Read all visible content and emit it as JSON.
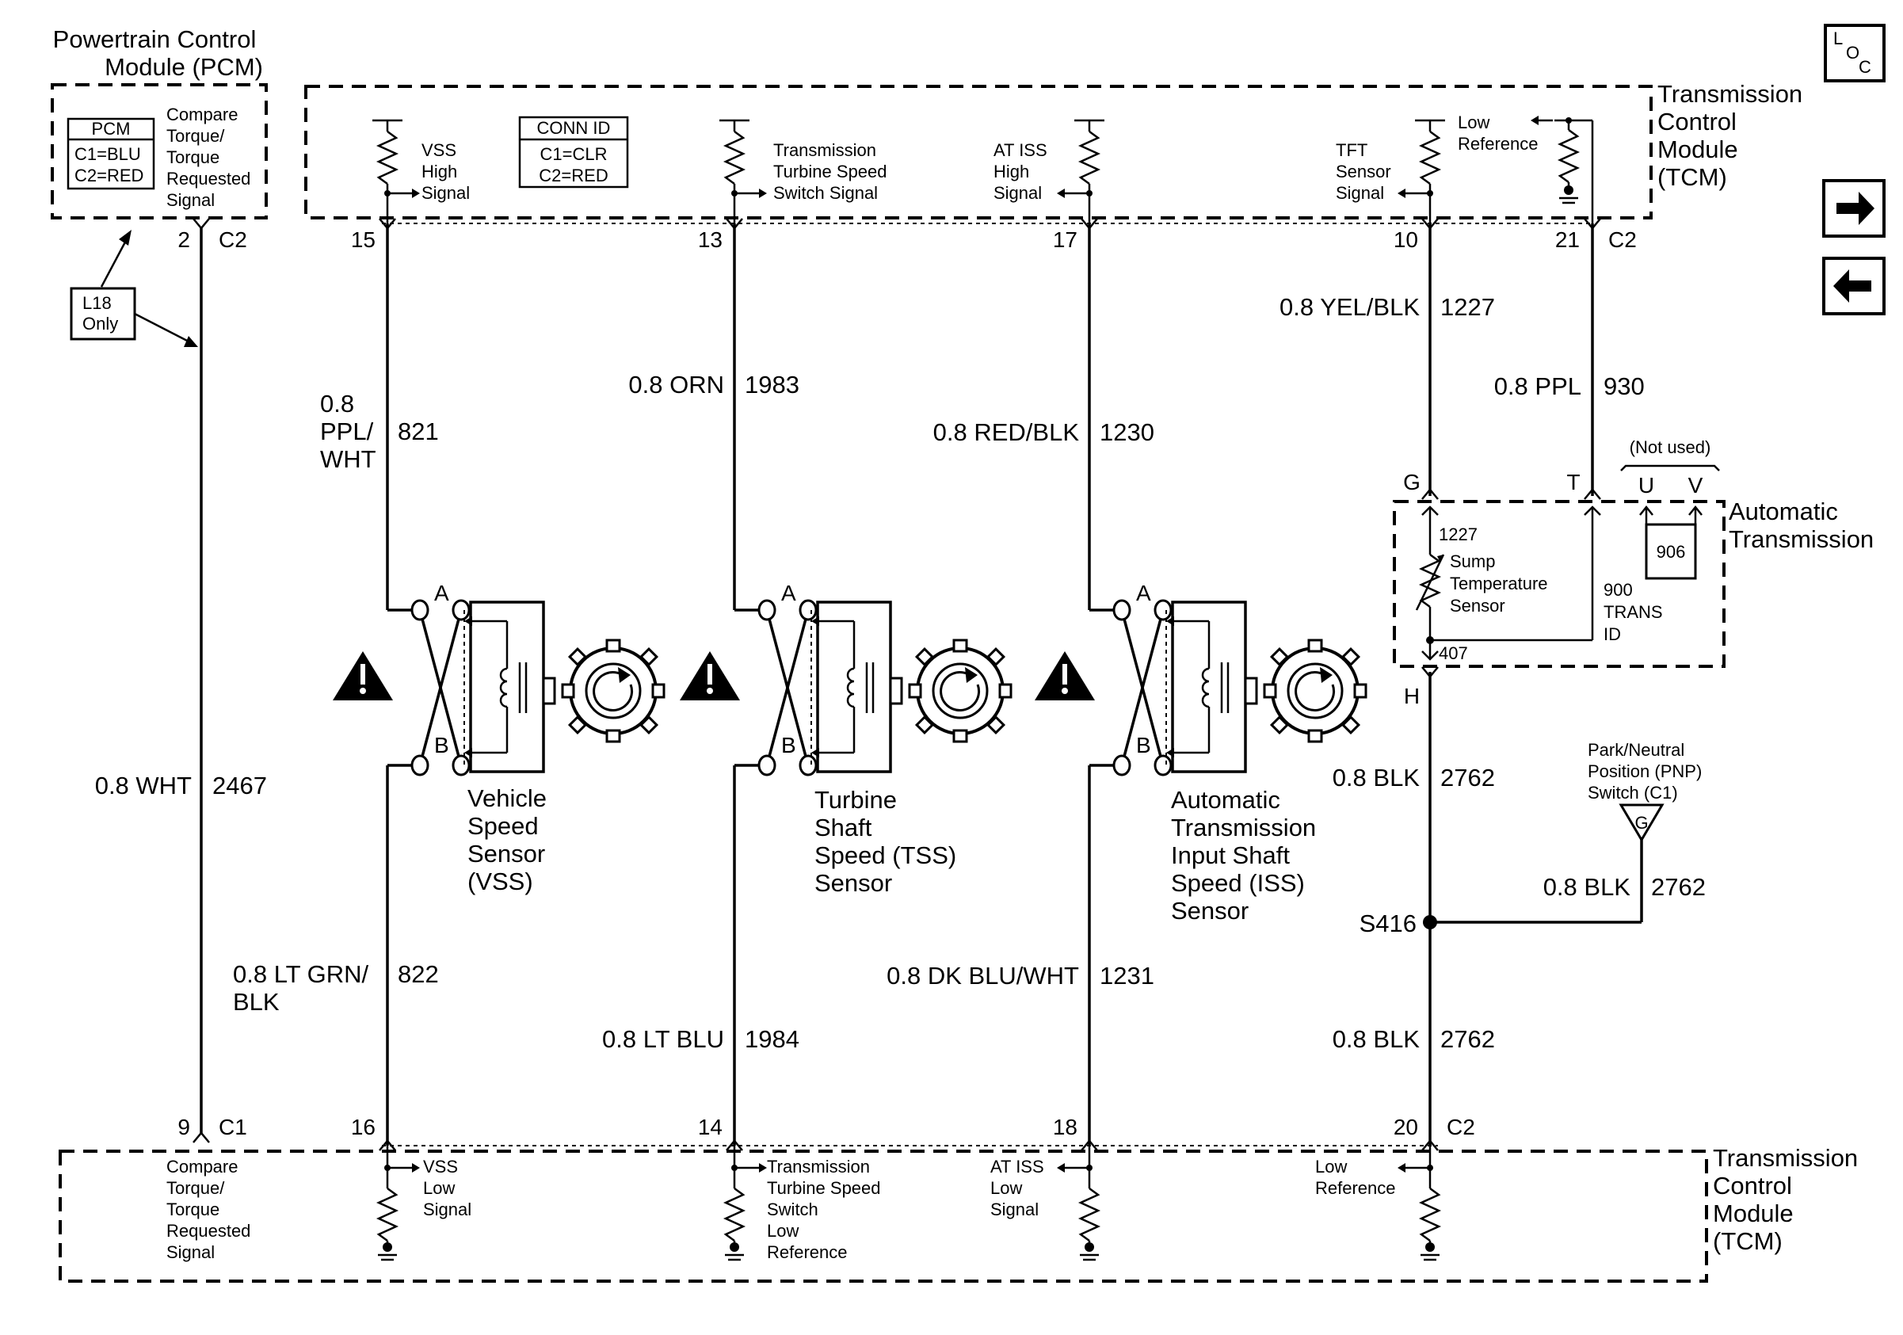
{
  "modules": {
    "pcm_title": [
      "Powertrain Control",
      "Module (PCM)"
    ],
    "tcm_top_title": [
      "Transmission",
      "Control",
      "Module",
      "(TCM)"
    ],
    "tcm_bottom_title": [
      "Transmission",
      "Control",
      "Module",
      "(TCM)"
    ],
    "auto_trans_title": [
      "Automatic",
      "Transmission"
    ]
  },
  "pcm_box": {
    "conn_table": [
      "PCM",
      "C1=BLU",
      "C2=RED"
    ],
    "signal": [
      "Compare",
      "Torque/",
      "Torque",
      "Requested",
      "Signal"
    ]
  },
  "tcm_top": {
    "conn_table": [
      "CONN ID",
      "C1=CLR",
      "C2=RED"
    ],
    "vss_signal": [
      "VSS",
      "High",
      "Signal"
    ],
    "tss_signal": [
      "Transmission",
      "Turbine Speed",
      "Switch Signal"
    ],
    "iss_signal": [
      "AT ISS",
      "High",
      "Signal"
    ],
    "tft_signal": [
      "TFT",
      "Sensor",
      "Signal"
    ],
    "low_ref": [
      "Low",
      "Reference"
    ]
  },
  "tcm_bottom": {
    "compare_signal": [
      "Compare",
      "Torque/",
      "Torque",
      "Requested",
      "Signal"
    ],
    "vss_low": [
      "VSS",
      "Low",
      "Signal"
    ],
    "tss_low": [
      "Transmission",
      "Turbine Speed",
      "Switch",
      "Low",
      "Reference"
    ],
    "iss_low": [
      "AT ISS",
      "Low",
      "Signal"
    ],
    "low_ref": [
      "Low",
      "Reference"
    ]
  },
  "pins": {
    "pcm_top": "2",
    "pcm_top_conn": "C2",
    "pcm_bottom": "9",
    "pcm_bottom_conn": "C1",
    "top_15": "15",
    "top_13": "13",
    "top_17": "17",
    "top_10": "10",
    "top_21": "21",
    "top_conn": "C2",
    "bot_16": "16",
    "bot_14": "14",
    "bot_18": "18",
    "bot_20": "20",
    "bot_conn": "C2"
  },
  "l18_note": [
    "L18",
    "Only"
  ],
  "wires": {
    "pcm": {
      "gauge": "0.8 WHT",
      "circuit": "2467"
    },
    "vss_high": {
      "gauge": [
        "0.8",
        "PPL/",
        "WHT"
      ],
      "circuit": "821"
    },
    "vss_low": {
      "gauge": [
        "0.8 LT GRN/",
        "BLK"
      ],
      "circuit": "822"
    },
    "tss_high": {
      "gauge": "0.8 ORN",
      "circuit": "1983"
    },
    "tss_low": {
      "gauge": "0.8 LT BLU",
      "circuit": "1984"
    },
    "iss_high": {
      "gauge": "0.8 RED/BLK",
      "circuit": "1230"
    },
    "iss_low": {
      "gauge": "0.8 DK BLU/WHT",
      "circuit": "1231"
    },
    "tft": {
      "gauge": "0.8 YEL/BLK",
      "circuit": "1227"
    },
    "trans_id": {
      "gauge": "0.8 PPL",
      "circuit": "930"
    },
    "blk_h": {
      "gauge": "0.8 BLK",
      "circuit": "2762"
    },
    "blk_pnp": {
      "gauge": "0.8 BLK",
      "circuit": "2762"
    },
    "blk_s416": {
      "gauge": "0.8 BLK",
      "circuit": "2762"
    }
  },
  "sensors": {
    "vss": [
      "Vehicle",
      "Speed",
      "Sensor",
      "(VSS)"
    ],
    "tss": [
      "Turbine",
      "Shaft",
      "Speed (TSS)",
      "Sensor"
    ],
    "iss": [
      "Automatic",
      "Transmission",
      "Input Shaft",
      "Speed (ISS)",
      "Sensor"
    ],
    "pin_a": "A",
    "pin_b": "B"
  },
  "auto_trans": {
    "pins": {
      "g": "G",
      "t": "T",
      "u": "U",
      "v": "V",
      "h": "H"
    },
    "not_used": "(Not used)",
    "circuit_1227": "1227",
    "sump": [
      "Sump",
      "Temperature",
      "Sensor"
    ],
    "trans_id": [
      "900",
      "TRANS",
      "ID"
    ],
    "circuit_407": "407",
    "jumper": "906"
  },
  "splice": "S416",
  "pnp_switch": {
    "label": [
      "Park/Neutral",
      "Position (PNP)",
      "Switch (C1)"
    ],
    "ground": "G"
  },
  "loc_icon": {
    "l": "L",
    "o": "O",
    "c": "C"
  }
}
